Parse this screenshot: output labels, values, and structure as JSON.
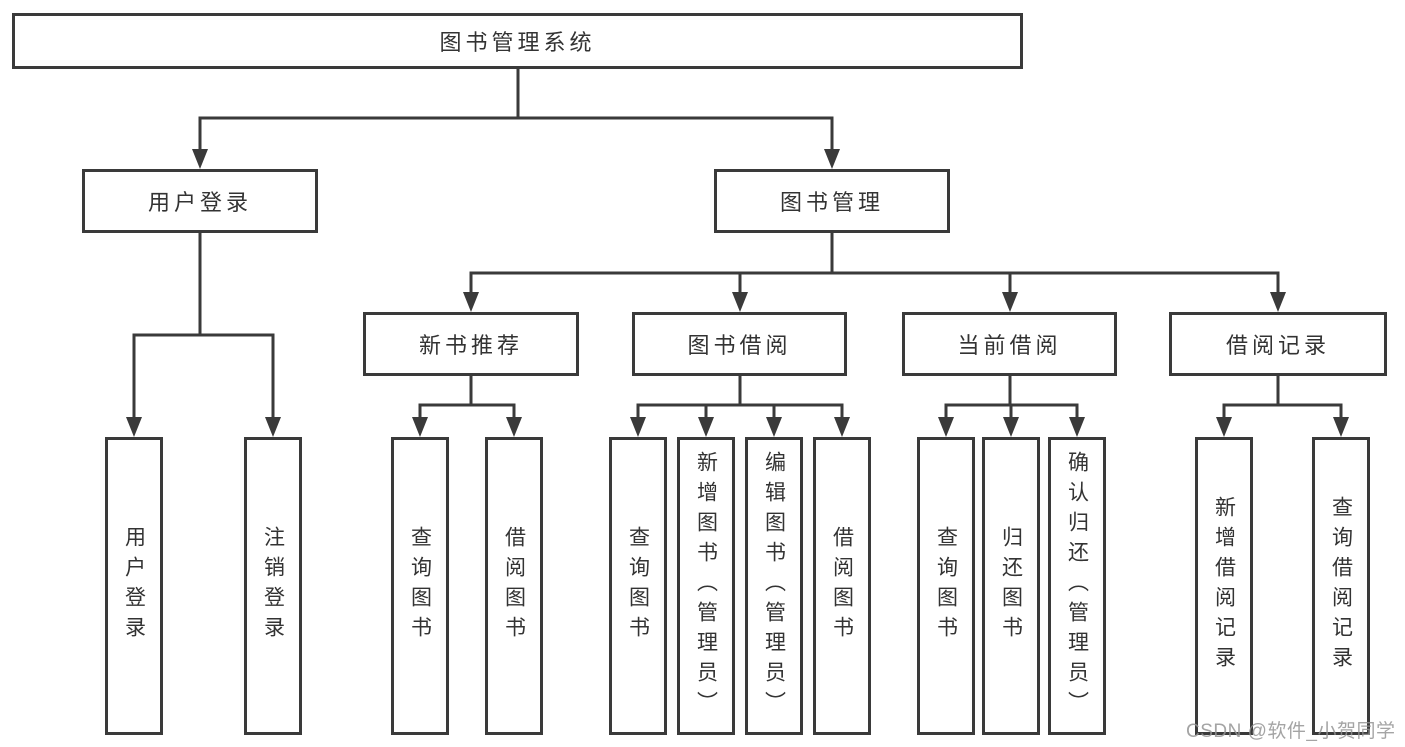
{
  "diagram": {
    "title": "图书管理系统",
    "colors": {
      "line": "#3a3a3a",
      "text": "#333333",
      "background": "#ffffff",
      "watermark_gray": "#949494"
    },
    "tree": {
      "root": "图书管理系统",
      "children": [
        {
          "label": "用户登录",
          "children": [
            {
              "label": "用户登录"
            },
            {
              "label": "注销登录"
            }
          ]
        },
        {
          "label": "图书管理",
          "children": [
            {
              "label": "新书推荐",
              "children": [
                {
                  "label": "查询图书"
                },
                {
                  "label": "借阅图书"
                }
              ]
            },
            {
              "label": "图书借阅",
              "children": [
                {
                  "label": "查询图书"
                },
                {
                  "label": "新增图书（管理员）"
                },
                {
                  "label": "编辑图书（管理员）"
                },
                {
                  "label": "借阅图书"
                }
              ]
            },
            {
              "label": "当前借阅",
              "children": [
                {
                  "label": "查询图书"
                },
                {
                  "label": "归还图书"
                },
                {
                  "label": "确认归还（管理员）"
                }
              ]
            },
            {
              "label": "借阅记录",
              "children": [
                {
                  "label": "新增借阅记录"
                },
                {
                  "label": "查询借阅记录"
                }
              ]
            }
          ]
        }
      ]
    },
    "watermark": "CSDN @软件_小贺同学"
  }
}
